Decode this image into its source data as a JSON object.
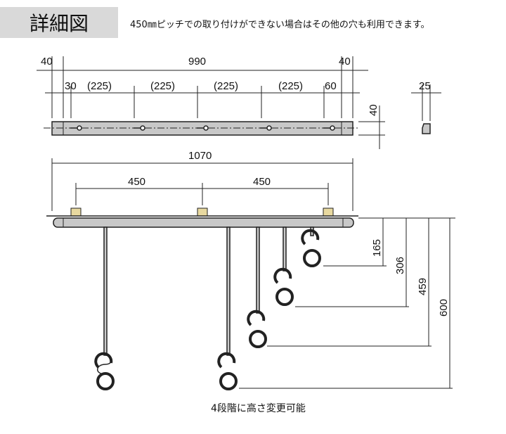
{
  "title": "詳細図",
  "note": "450㎜ピッチでの取り付けができない場合はその他の穴も利用できます。",
  "top_view": {
    "overall": "990",
    "left_end": "40",
    "right_end": "40",
    "first_hole": "30",
    "pitches": [
      "(225)",
      "(225)",
      "(225)",
      "(225)"
    ],
    "last_hole": "60",
    "height": "40",
    "profile_width": "25"
  },
  "front_view": {
    "overall": "1070",
    "pitch_left": "450",
    "pitch_right": "450",
    "heights": [
      "165",
      "306",
      "459",
      "600"
    ]
  },
  "caption": "4段階に高さ変更可能",
  "colors": {
    "rail": "#c8c8c8",
    "line": "#222222"
  }
}
